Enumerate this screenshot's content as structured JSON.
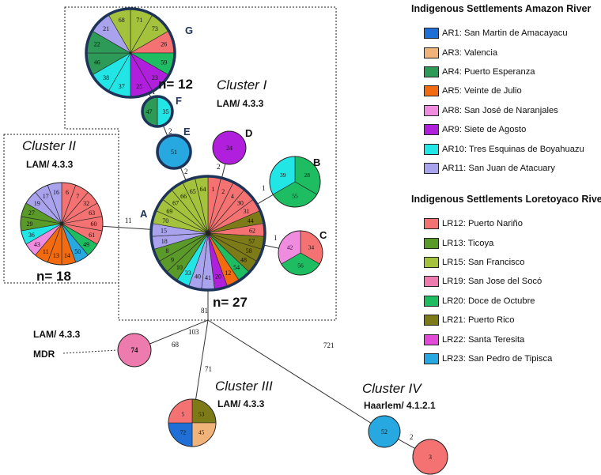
{
  "colors": {
    "AR1": "#1f6fd6",
    "AR3": "#f0b37a",
    "AR4": "#2e9a57",
    "AR5": "#f26b10",
    "AR8": "#f08ce0",
    "AR9": "#b01fdc",
    "AR10": "#22e6e6",
    "AR11": "#a9a3ee",
    "LR12": "#f57272",
    "LR13": "#5a9a28",
    "LR15": "#a4c23b",
    "LR19": "#ee7bae",
    "LR20": "#1fbd62",
    "LR21": "#7d7a18",
    "LR22": "#e14bd7",
    "LR23": "#28a8e0",
    "emphasis_ring": "#1d3358"
  },
  "legend": {
    "amazon_title": "Indigenous Settlements Amazon River",
    "amazon_items": [
      {
        "key": "AR1",
        "label": "AR1: San Martin de Amacayacu"
      },
      {
        "key": "AR3",
        "label": "AR3: Valencia"
      },
      {
        "key": "AR4",
        "label": "AR4: Puerto Esperanza"
      },
      {
        "key": "AR5",
        "label": "AR5: Veinte de Julio"
      },
      {
        "key": "AR8",
        "label": "AR8: San José de Naranjales"
      },
      {
        "key": "AR9",
        "label": "AR9: Siete de Agosto"
      },
      {
        "key": "AR10",
        "label": "AR10: Tres Esquinas de Boyahuazu"
      },
      {
        "key": "AR11",
        "label": "AR11: San Juan de Atacuary"
      }
    ],
    "loretoyaco_title": "Indigenous Settlements Loretoyaco River",
    "loretoyaco_items": [
      {
        "key": "LR12",
        "label": "LR12: Puerto Nariño"
      },
      {
        "key": "LR13",
        "label": "LR13: Ticoya"
      },
      {
        "key": "LR15",
        "label": "LR15: San Francisco"
      },
      {
        "key": "LR19",
        "label": "LR19: San Jose del Socó"
      },
      {
        "key": "LR20",
        "label": "LR20: Doce de Octubre"
      },
      {
        "key": "LR21",
        "label": "LR21: Puerto Rico"
      },
      {
        "key": "LR22",
        "label": "LR22: Santa Teresita"
      },
      {
        "key": "LR23",
        "label": "LR23: San Pedro de Tipisca"
      }
    ]
  },
  "annotations": {
    "cluster1_title": "Cluster I",
    "cluster1_lineage": "LAM/ 4.3.3",
    "cluster2_title": "Cluster II",
    "cluster2_lineage": "LAM/ 4.3.3",
    "cluster3_title": "Cluster III",
    "cluster3_lineage": "LAM/ 4.3.3",
    "cluster4_title": "Cluster IV",
    "cluster4_lineage": "Haarlem/ 4.1.2.1",
    "mdr_lineage": "LAM/ 4.3.3",
    "mdr_label": "MDR",
    "n_g": "n= 12",
    "n_cluster2": "n= 18",
    "n_a": "n= 27",
    "label_a": "A",
    "label_b": "B",
    "label_c": "C",
    "label_d": "D",
    "label_e": "E",
    "label_f": "F",
    "label_g": "G"
  },
  "edges": [
    {
      "from": "cluster2",
      "to": "A",
      "label": "11"
    },
    {
      "from": "A",
      "to": "E",
      "label": "2"
    },
    {
      "from": "E",
      "to": "F",
      "label": "2"
    },
    {
      "from": "F",
      "to": "G",
      "label": "1"
    },
    {
      "from": "A",
      "to": "D",
      "label": "2"
    },
    {
      "from": "A",
      "to": "B",
      "label": "1"
    },
    {
      "from": "A",
      "to": "C",
      "label": "1"
    },
    {
      "from": "A",
      "to": "junction",
      "label": "81"
    },
    {
      "from": "junction",
      "to": "MDR",
      "label": "68"
    },
    {
      "from": "junction",
      "to": "cluster3",
      "label": "71"
    },
    {
      "from": "junction",
      "to": "cluster4",
      "label": "721"
    },
    {
      "from": "cluster4",
      "to": "cluster4b",
      "label": "2"
    },
    {
      "from": "junction",
      "to": "",
      "label": "103"
    }
  ],
  "nodes": [
    {
      "id": "A",
      "emph": true,
      "slices": [
        {
          "c": "LR12",
          "t": "1"
        },
        {
          "c": "LR12",
          "t": "2"
        },
        {
          "c": "LR12",
          "t": "4"
        },
        {
          "c": "LR12",
          "t": "30"
        },
        {
          "c": "LR12",
          "t": "31"
        },
        {
          "c": "LR21",
          "t": "44"
        },
        {
          "c": "LR12",
          "t": "62"
        },
        {
          "c": "LR21",
          "t": "57"
        },
        {
          "c": "LR21",
          "t": "58"
        },
        {
          "c": "LR21",
          "t": "48"
        },
        {
          "c": "LR20",
          "t": "54"
        },
        {
          "c": "AR5",
          "t": "12"
        },
        {
          "c": "AR9",
          "t": "20"
        },
        {
          "c": "AR11",
          "t": "41"
        },
        {
          "c": "AR11",
          "t": "40"
        },
        {
          "c": "AR10",
          "t": "33"
        },
        {
          "c": "LR13",
          "t": "10"
        },
        {
          "c": "LR13",
          "t": "9"
        },
        {
          "c": "LR13",
          "t": "8"
        },
        {
          "c": "AR11",
          "t": "18"
        },
        {
          "c": "AR11",
          "t": "15"
        },
        {
          "c": "LR15",
          "t": "70"
        },
        {
          "c": "LR15",
          "t": "69"
        },
        {
          "c": "LR15",
          "t": "67"
        },
        {
          "c": "LR15",
          "t": "66"
        },
        {
          "c": "LR15",
          "t": "65"
        },
        {
          "c": "LR15",
          "t": "64"
        }
      ]
    },
    {
      "id": "cluster2",
      "emph": false,
      "slices": [
        {
          "c": "LR12",
          "t": "6"
        },
        {
          "c": "LR12",
          "t": "7"
        },
        {
          "c": "LR12",
          "t": "32"
        },
        {
          "c": "LR12",
          "t": "63"
        },
        {
          "c": "LR12",
          "t": "60"
        },
        {
          "c": "LR12",
          "t": "61"
        },
        {
          "c": "LR20",
          "t": "49"
        },
        {
          "c": "LR23",
          "t": "50"
        },
        {
          "c": "AR5",
          "t": "14"
        },
        {
          "c": "AR5",
          "t": "13"
        },
        {
          "c": "AR5",
          "t": "11"
        },
        {
          "c": "AR8",
          "t": "43"
        },
        {
          "c": "AR10",
          "t": "36"
        },
        {
          "c": "LR13",
          "t": "29"
        },
        {
          "c": "LR13",
          "t": "27"
        },
        {
          "c": "AR11",
          "t": "19"
        },
        {
          "c": "AR11",
          "t": "17"
        },
        {
          "c": "AR11",
          "t": "16"
        }
      ]
    },
    {
      "id": "G",
      "emph": true,
      "slices": [
        {
          "c": "LR15",
          "t": "71"
        },
        {
          "c": "LR15",
          "t": "73"
        },
        {
          "c": "LR12",
          "t": "26"
        },
        {
          "c": "LR20",
          "t": "59"
        },
        {
          "c": "AR9",
          "t": "23"
        },
        {
          "c": "AR9",
          "t": "25"
        },
        {
          "c": "AR10",
          "t": "37"
        },
        {
          "c": "AR10",
          "t": "38"
        },
        {
          "c": "AR4",
          "t": "46"
        },
        {
          "c": "AR4",
          "t": "22"
        },
        {
          "c": "AR11",
          "t": "21"
        },
        {
          "c": "LR15",
          "t": "68"
        }
      ]
    },
    {
      "id": "F",
      "emph": true,
      "slices": [
        {
          "c": "AR10",
          "t": "35"
        },
        {
          "c": "AR4",
          "t": "47"
        }
      ]
    },
    {
      "id": "E",
      "emph": true,
      "slices": [
        {
          "c": "LR23",
          "t": "51"
        }
      ]
    },
    {
      "id": "D",
      "emph": false,
      "slices": [
        {
          "c": "AR9",
          "t": "24"
        }
      ]
    },
    {
      "id": "B",
      "emph": false,
      "slices": [
        {
          "c": "LR20",
          "t": "28"
        },
        {
          "c": "LR20",
          "t": "55"
        },
        {
          "c": "AR10",
          "t": "39"
        }
      ]
    },
    {
      "id": "C",
      "emph": false,
      "slices": [
        {
          "c": "LR12",
          "t": "34"
        },
        {
          "c": "LR20",
          "t": "56"
        },
        {
          "c": "AR8",
          "t": "42"
        }
      ]
    },
    {
      "id": "MDR",
      "emph": false,
      "slices": [
        {
          "c": "LR19",
          "t": "74"
        }
      ]
    },
    {
      "id": "cluster3",
      "emph": false,
      "slices": [
        {
          "c": "LR21",
          "t": "53"
        },
        {
          "c": "AR3",
          "t": "45"
        },
        {
          "c": "AR1",
          "t": "72"
        },
        {
          "c": "LR12",
          "t": "5"
        }
      ]
    },
    {
      "id": "cluster4",
      "emph": false,
      "slices": [
        {
          "c": "LR23",
          "t": "52"
        }
      ]
    },
    {
      "id": "cluster4b",
      "emph": false,
      "slices": [
        {
          "c": "LR12",
          "t": "3"
        }
      ]
    }
  ]
}
